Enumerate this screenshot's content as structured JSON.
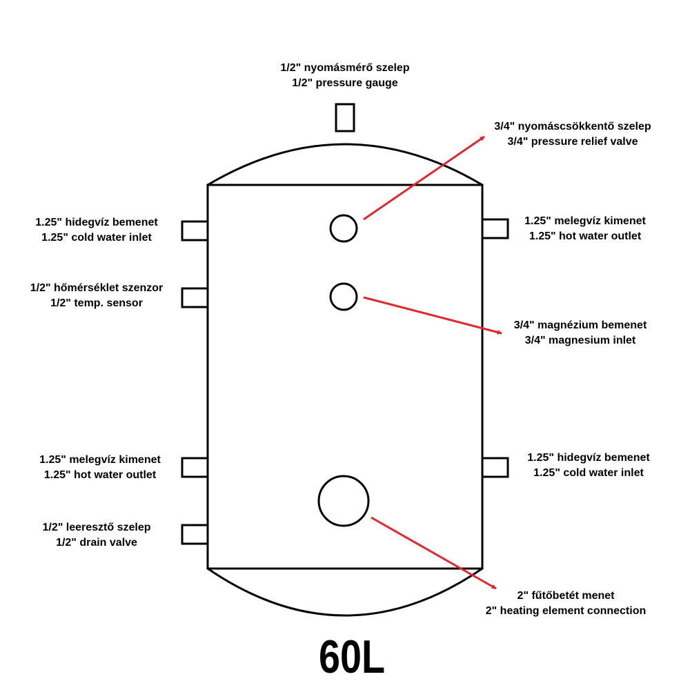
{
  "labels": {
    "pressure_gauge": {
      "hu": "1/2\" nyomásmérő szelep",
      "en": "1/2\" pressure gauge"
    },
    "pressure_relief": {
      "hu": "3/4\" nyomáscsökkentő szelep",
      "en": "3/4\" pressure relief valve"
    },
    "cold_inlet_left": {
      "hu": "1.25\" hidegvíz bemenet",
      "en": "1.25\" cold water inlet"
    },
    "hot_outlet_right": {
      "hu": "1.25\" melegvíz kimenet",
      "en": "1.25\" hot water outlet"
    },
    "temp_sensor": {
      "hu": "1/2\" hőmérséklet szenzor",
      "en": "1/2\" temp. sensor"
    },
    "magnesium": {
      "hu": "3/4\" magnézium bemenet",
      "en": "3/4\" magnesium inlet"
    },
    "hot_outlet_left": {
      "hu": "1.25\" melegvíz kimenet",
      "en": "1.25\" hot water outlet"
    },
    "cold_inlet_right": {
      "hu": "1.25\" hidegvíz bemenet",
      "en": "1.25\" cold water inlet"
    },
    "drain": {
      "hu": "1/2\" leeresztő szelep",
      "en": "1/2\" drain valve"
    },
    "heating": {
      "hu": "2\" fűtőbetét menet",
      "en": "2\" heating element connection"
    }
  },
  "capacity": "60L",
  "colors": {
    "outline": "#000000",
    "arrow": "#e3262b",
    "background": "#ffffff"
  }
}
